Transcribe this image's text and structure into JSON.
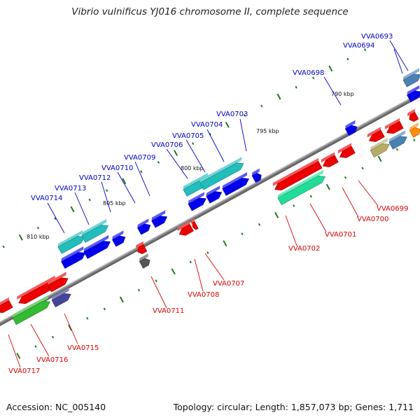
{
  "title": "Vibrio vulnificus YJ016 chromosome II, complete sequence",
  "footer": {
    "accession": "Accession: NC_005140",
    "topology": "Topology: circular; Length: 1,857,073 bp; Genes: 1,711"
  },
  "colors": {
    "label_top": "#0000cc",
    "label_bottom": "#dd0000",
    "backbone": "#8c8c8c",
    "tick": "#1c7a1c",
    "blue": "#0000ee",
    "cyan": "#22bdbd",
    "red": "#ee0000",
    "green": "#33bb33",
    "teal_green": "#22dd99",
    "navy": "#444499",
    "olive": "#b5ad66",
    "steel": "#4a82b4",
    "orange": "#ff8c00",
    "gray": "#555555"
  },
  "kbp_labels": [
    "810 kbp",
    "805 kbp",
    "800 kbp",
    "795 kbp",
    "790 kbp"
  ],
  "labels_top": [
    "VVA0693",
    "VVA0694",
    "VVA0698",
    "VVA0703",
    "VVA0704",
    "VVA0705",
    "VVA0706",
    "VVA0709",
    "VVA0710",
    "VVA0712",
    "VVA0713",
    "VVA0714"
  ],
  "labels_bottom": [
    "VVA0699",
    "VVA0700",
    "VVA0701",
    "VVA0702",
    "VVA0707",
    "VVA0708",
    "VVA0711",
    "VVA0715",
    "VVA0716",
    "VVA0717"
  ]
}
